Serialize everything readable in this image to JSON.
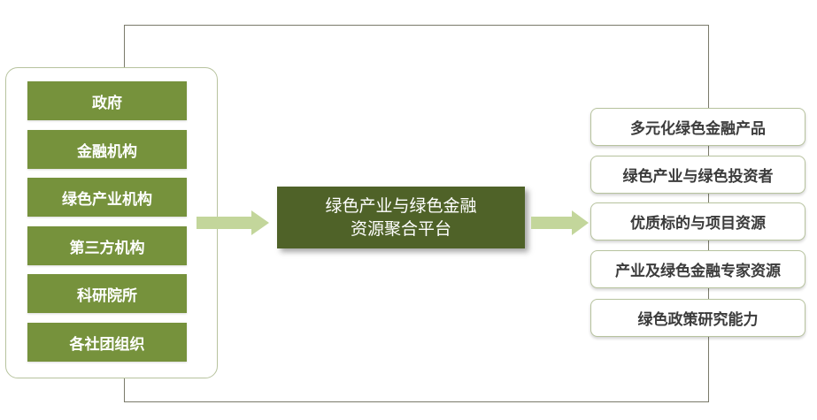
{
  "sources": [
    "政府",
    "金融机构",
    "绿色产业机构",
    "第三方机构",
    "科研院所",
    "各社团组织"
  ],
  "platform": {
    "line1": "绿色产业与绿色金融",
    "line2": "资源聚合平台"
  },
  "outputs": [
    "多元化绿色金融产品",
    "绿色产业与绿色投资者",
    "优质标的与项目资源",
    "产业及绿色金融专家资源",
    "绿色政策研究能力"
  ],
  "colors": {
    "source_fill": "#76923c",
    "platform_fill": "#4f6228",
    "arrow_fill": "#c3d69b",
    "output_border": "#b7c39e"
  }
}
